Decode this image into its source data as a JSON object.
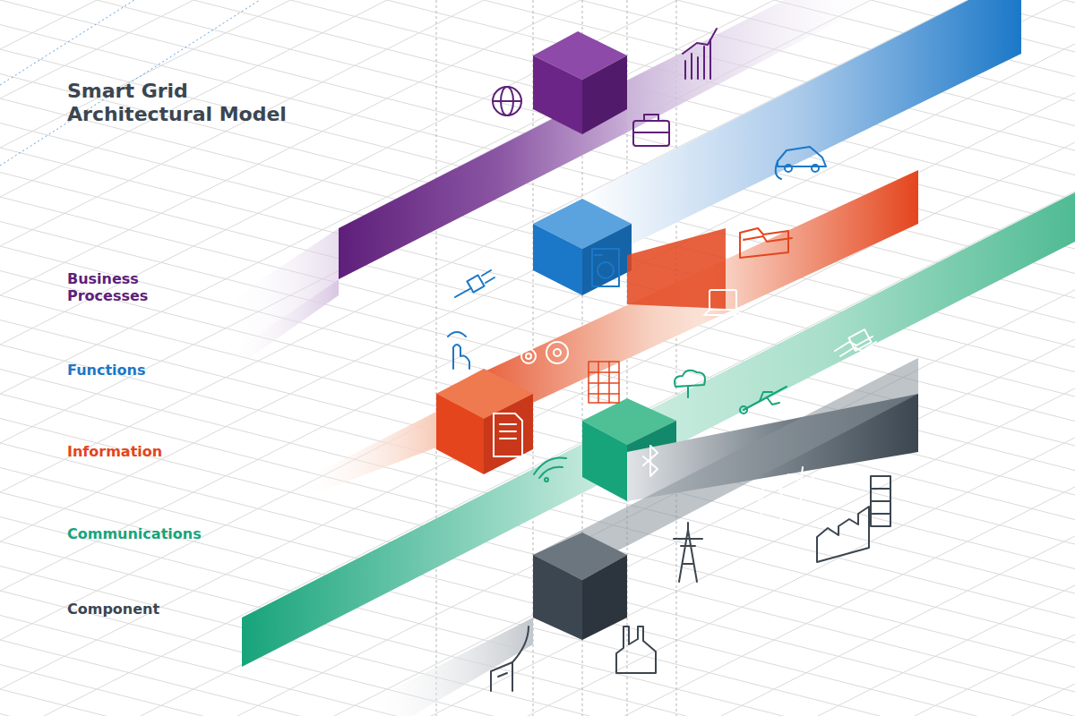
{
  "diagram": {
    "title": "Smart Grid Architectural Model",
    "labels": [
      "Business Processes",
      "Functions",
      "Information",
      "Communications",
      "Component"
    ]
  }
}
